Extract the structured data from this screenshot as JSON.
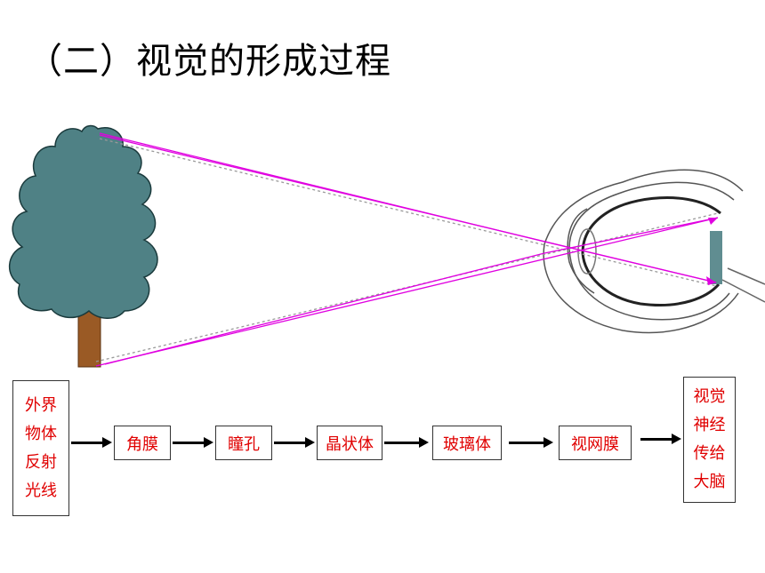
{
  "title": "（二）视觉的形成过程",
  "diagram": {
    "source_box": "外界\n物体\n反射\n光线",
    "steps": [
      "角膜",
      "瞳孔",
      "晶状体",
      "玻璃体",
      "视网膜"
    ],
    "result_box": "视觉\n神经\n传给\n大脑"
  },
  "colors": {
    "tree_foliage": "#4f8185",
    "tree_trunk": "#9a5a25",
    "light_ray": "#e000e0",
    "label_text": "#e00000"
  }
}
